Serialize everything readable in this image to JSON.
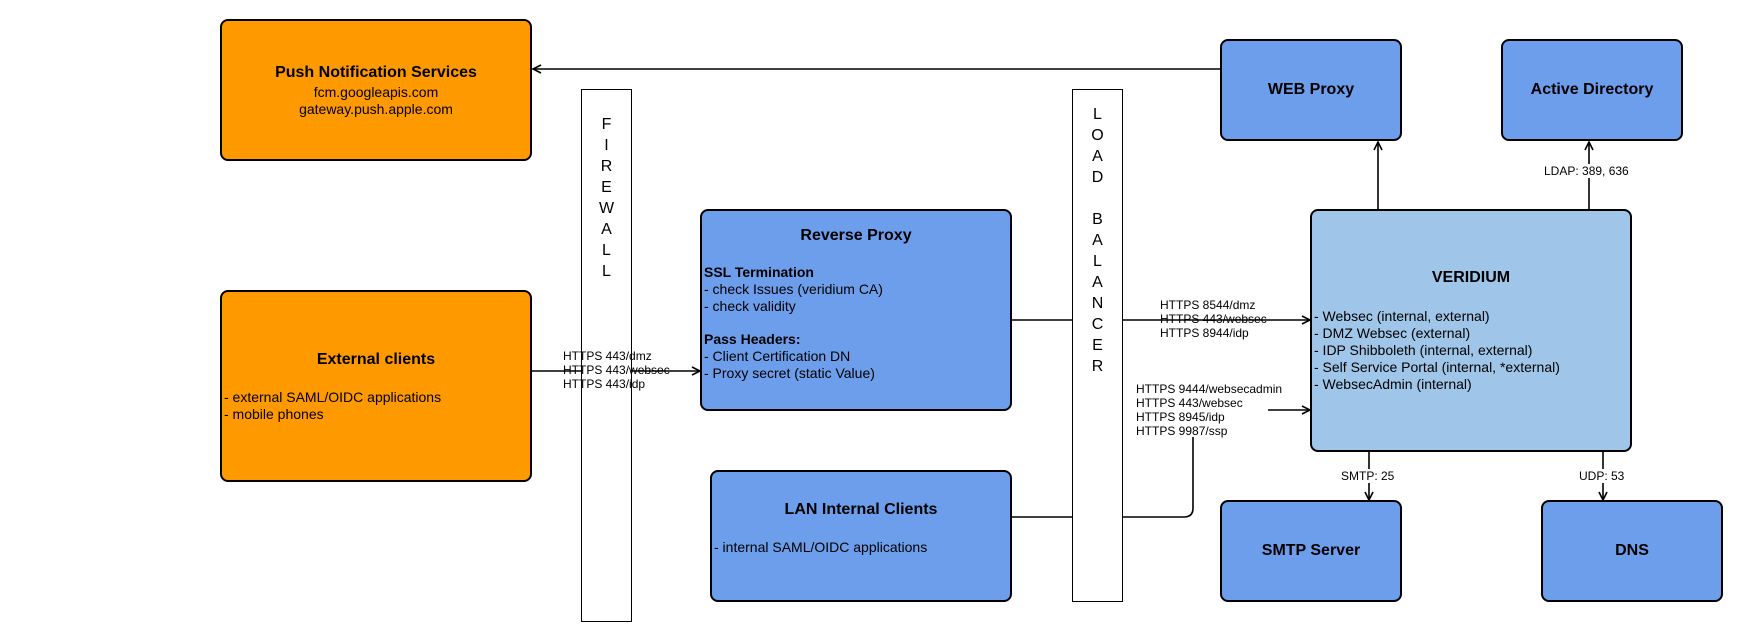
{
  "boxes": {
    "push": {
      "title": "Push Notification Services",
      "lines": [
        "fcm.googleapis.com",
        "gateway.push.apple.com"
      ]
    },
    "external": {
      "title": "External clients",
      "lines": [
        "- external SAML/OIDC applications",
        "- mobile phones"
      ]
    },
    "reverse_proxy": {
      "title": "Reverse Proxy",
      "ssl_heading": "SSL Termination",
      "ssl_lines": [
        "- check Issues (veridium CA)",
        "- check validity"
      ],
      "headers_heading": "Pass Headers:",
      "headers_lines": [
        "- Client Certification DN",
        "- Proxy secret (static Value)"
      ]
    },
    "lan": {
      "title": "LAN Internal Clients",
      "lines": [
        "- internal SAML/OIDC applications"
      ]
    },
    "web_proxy": {
      "title": "WEB Proxy"
    },
    "active_directory": {
      "title": "Active Directory"
    },
    "veridium": {
      "title": "VERIDIUM",
      "lines": [
        "- Websec (internal, external)",
        "- DMZ Websec (external)",
        "- IDP Shibboleth (internal, external)",
        "- Self Service Portal (internal, *external)",
        "- WebsecAdmin (internal)"
      ]
    },
    "smtp": {
      "title": "SMTP Server"
    },
    "dns": {
      "title": "DNS"
    }
  },
  "bars": {
    "firewall": [
      "F",
      "I",
      "R",
      "E",
      "W",
      "A",
      "L",
      "L"
    ],
    "load_balancer": [
      "L",
      "O",
      "A",
      "D",
      "",
      "B",
      "A",
      "L",
      "A",
      "N",
      "C",
      "E",
      "R"
    ]
  },
  "connections": {
    "external_to_reverse": [
      "HTTPS 443/dmz",
      "HTTPS 443/websec",
      "HTTPS 443/idp"
    ],
    "reverse_to_veridium": [
      "HTTPS 8544/dmz",
      "HTTPS 443/websec",
      "HTTPS 8944/idp"
    ],
    "lan_to_veridium": [
      "HTTPS 9444/websecadmin",
      "HTTPS 443/websec",
      "HTTPS 8945/idp",
      "HTTPS 9987/ssp"
    ],
    "ldap": "LDAP: 389, 636",
    "smtp": "SMTP: 25",
    "udp": "UDP: 53"
  }
}
